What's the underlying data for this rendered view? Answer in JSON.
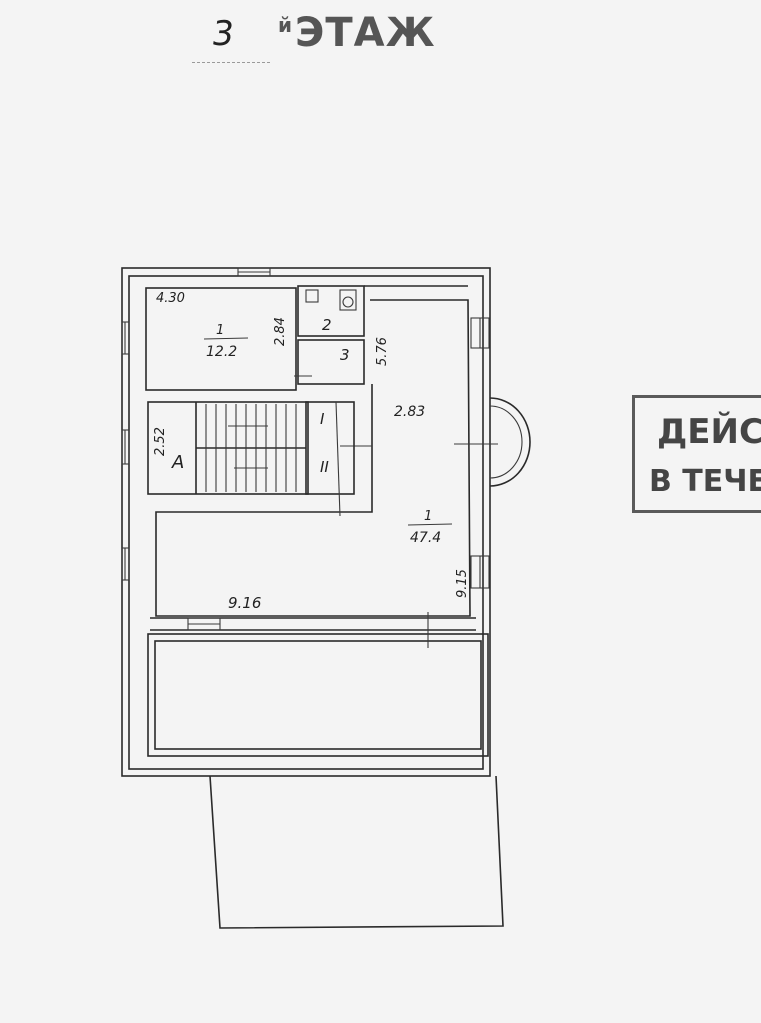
{
  "header": {
    "floor_number": "3",
    "floor_word": "ЭТАЖ",
    "stamp_prefix": "й"
  },
  "stamp": {
    "line1": "ДЕЙСТ",
    "line2": "В ТЕЧЕН"
  },
  "plan": {
    "room_1_small": {
      "number": "1",
      "area": "12.2",
      "width": "4.30",
      "depth": "2.84"
    },
    "room_2": {
      "number": "2"
    },
    "room_3": {
      "number": "3"
    },
    "stair": {
      "label": "A",
      "dimension": "2.52",
      "mark_1": "I",
      "mark_2": "II"
    },
    "room_1_large": {
      "number": "1",
      "area": "47.4",
      "depth": "5.76",
      "ceiling": "2.83",
      "width": "9.16",
      "length": "9.15"
    }
  }
}
